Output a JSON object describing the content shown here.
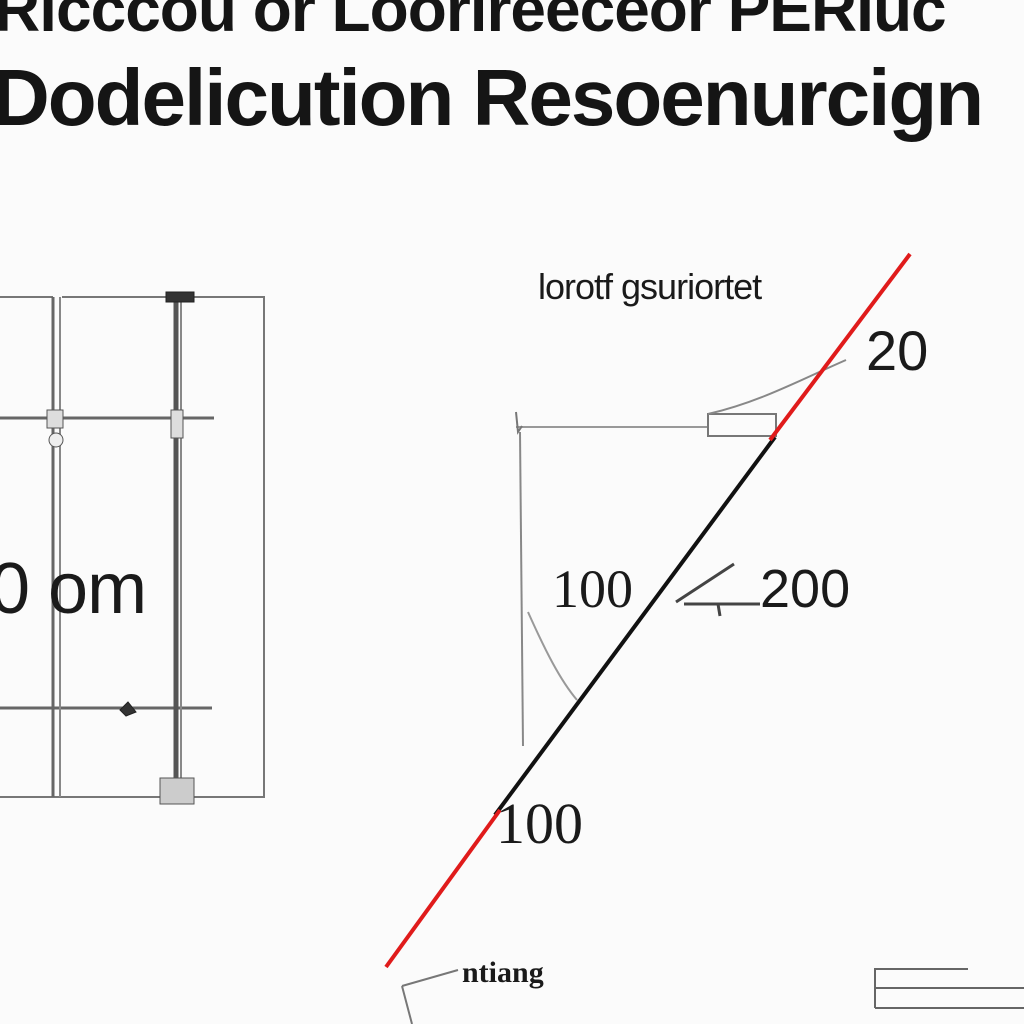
{
  "title": {
    "line1": "Ricccou or Loorireeceor PERIuc",
    "line2": "Dodelicution Resoenurcign"
  },
  "left_panel": {
    "unit_label": "0 om"
  },
  "right_panel": {
    "plot_title": "lorotf gsuriortet",
    "labels": {
      "top": "20",
      "middle_left": "100",
      "middle_right": "200",
      "bottom": "100",
      "caption": "ntiang"
    }
  },
  "colors": {
    "background": "#fbfbfb",
    "ink": "#151515",
    "accent_red": "#e01b1b"
  }
}
